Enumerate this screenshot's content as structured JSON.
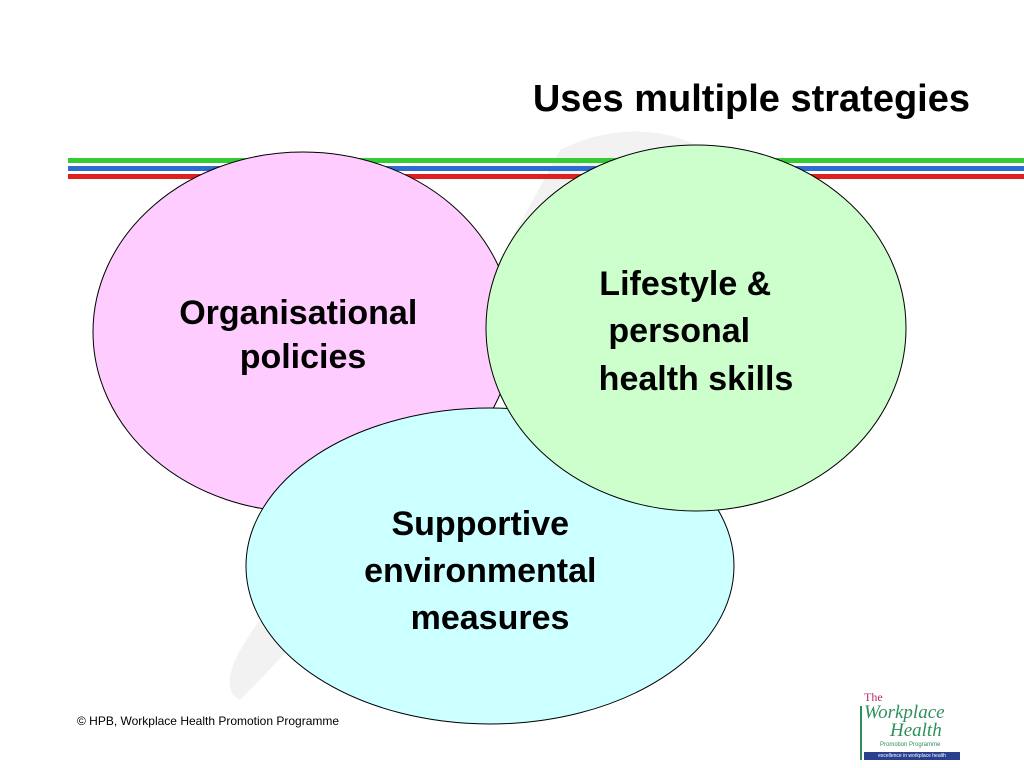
{
  "slide": {
    "title": "Uses multiple strategies",
    "footer": "© HPB, Workplace Health Promotion Programme"
  },
  "colors": {
    "stripe_green": "#33cc33",
    "stripe_blue": "#2f6ccf",
    "stripe_red": "#e02020",
    "circle_pink": "#ffccff",
    "circle_green": "#ccffcc",
    "circle_cyan": "#ccffff",
    "outline": "#000000"
  },
  "diagram": {
    "circles": [
      {
        "id": "organisational",
        "lines": [
          "Organisational",
          "policies"
        ],
        "color": "#ffccff"
      },
      {
        "id": "supportive",
        "lines": [
          "Supportive",
          "environmental",
          "measures"
        ],
        "color": "#ccffff"
      },
      {
        "id": "lifestyle",
        "lines": [
          "Lifestyle &",
          "personal",
          "health skills"
        ],
        "color": "#ccffcc"
      }
    ]
  },
  "logo": {
    "the": "The",
    "line1": "Workplace",
    "line2": "Health",
    "subtitle": "Promotion Programme",
    "tagline": "excellence in workplace health"
  }
}
